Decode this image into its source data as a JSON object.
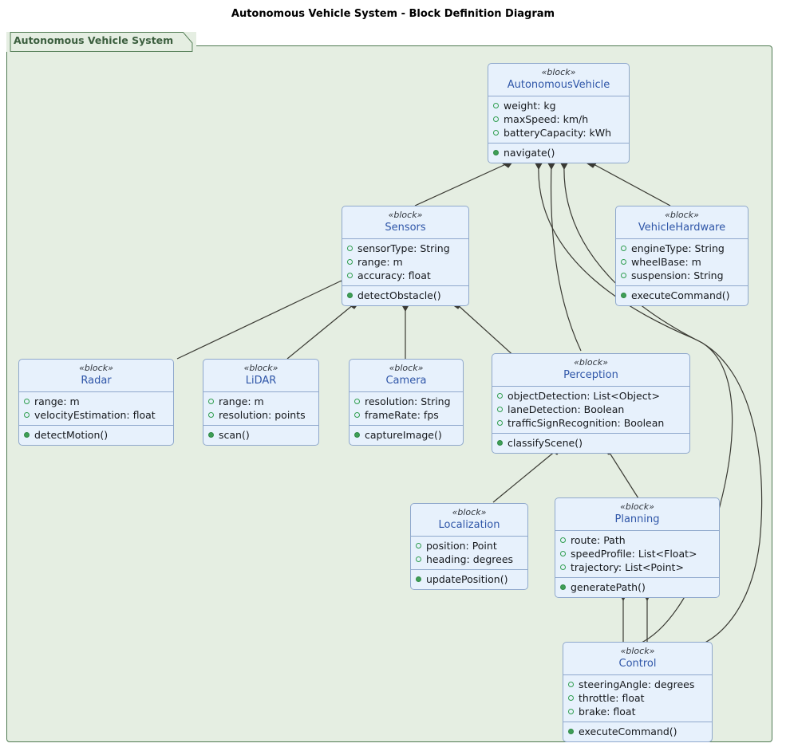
{
  "title": "Autonomous Vehicle System - Block Definition Diagram",
  "package": {
    "label": "Autonomous Vehicle System"
  },
  "colors": {
    "block_fill": "#e7f1fc",
    "block_border": "#8fa8cc",
    "block_name": "#2f56a8",
    "frame_fill": "#e5eee2",
    "frame_border": "#4f7a52",
    "frame_label": "#3b5e3e",
    "attribute_marker": "#2f9e4f",
    "operation_marker": "#3f9e56",
    "edge": "#3a3a33",
    "canvas": "#ffffff"
  },
  "stereotype": "«block»",
  "blocks": [
    {
      "id": "autonomousvehicle",
      "name": "AutonomousVehicle",
      "stereotype": "«block»",
      "attributes": [
        "weight: kg",
        "maxSpeed: km/h",
        "batteryCapacity: kWh"
      ],
      "operations": [
        "navigate()"
      ]
    },
    {
      "id": "sensors",
      "name": "Sensors",
      "stereotype": "«block»",
      "attributes": [
        "sensorType: String",
        "range: m",
        "accuracy: float"
      ],
      "operations": [
        "detectObstacle()"
      ]
    },
    {
      "id": "vehiclehardware",
      "name": "VehicleHardware",
      "stereotype": "«block»",
      "attributes": [
        "engineType: String",
        "wheelBase: m",
        "suspension: String"
      ],
      "operations": [
        "executeCommand()"
      ]
    },
    {
      "id": "radar",
      "name": "Radar",
      "stereotype": "«block»",
      "attributes": [
        "range: m",
        "velocityEstimation: float"
      ],
      "operations": [
        "detectMotion()"
      ]
    },
    {
      "id": "lidar",
      "name": "LiDAR",
      "stereotype": "«block»",
      "attributes": [
        "range: m",
        "resolution: points"
      ],
      "operations": [
        "scan()"
      ]
    },
    {
      "id": "camera",
      "name": "Camera",
      "stereotype": "«block»",
      "attributes": [
        "resolution: String",
        "frameRate: fps"
      ],
      "operations": [
        "captureImage()"
      ]
    },
    {
      "id": "perception",
      "name": "Perception",
      "stereotype": "«block»",
      "attributes": [
        "objectDetection: List<Object>",
        "laneDetection: Boolean",
        "trafficSignRecognition: Boolean"
      ],
      "operations": [
        "classifyScene()"
      ]
    },
    {
      "id": "localization",
      "name": "Localization",
      "stereotype": "«block»",
      "attributes": [
        "position: Point",
        "heading: degrees"
      ],
      "operations": [
        "updatePosition()"
      ]
    },
    {
      "id": "planning",
      "name": "Planning",
      "stereotype": "«block»",
      "attributes": [
        "route: Path",
        "speedProfile: List<Float>",
        "trajectory: List<Point>"
      ],
      "operations": [
        "generatePath()"
      ]
    },
    {
      "id": "control",
      "name": "Control",
      "stereotype": "«block»",
      "attributes": [
        "steeringAngle: degrees",
        "throttle: float",
        "brake: float"
      ],
      "operations": [
        "executeCommand()"
      ]
    }
  ],
  "relationships": [
    {
      "from": "AutonomousVehicle",
      "to": "Sensors",
      "type": "composition"
    },
    {
      "from": "AutonomousVehicle",
      "to": "VehicleHardware",
      "type": "composition"
    },
    {
      "from": "AutonomousVehicle",
      "to": "Perception",
      "type": "composition"
    },
    {
      "from": "AutonomousVehicle",
      "to": "Planning",
      "type": "composition"
    },
    {
      "from": "AutonomousVehicle",
      "to": "Control",
      "type": "composition"
    },
    {
      "from": "Sensors",
      "to": "Radar",
      "type": "composition"
    },
    {
      "from": "Sensors",
      "to": "LiDAR",
      "type": "composition"
    },
    {
      "from": "Sensors",
      "to": "Camera",
      "type": "composition"
    },
    {
      "from": "Sensors",
      "to": "Perception",
      "type": "composition"
    },
    {
      "from": "Perception",
      "to": "Localization",
      "type": "composition"
    },
    {
      "from": "Perception",
      "to": "Planning",
      "type": "composition"
    },
    {
      "from": "Planning",
      "to": "Control",
      "type": "composition"
    }
  ]
}
